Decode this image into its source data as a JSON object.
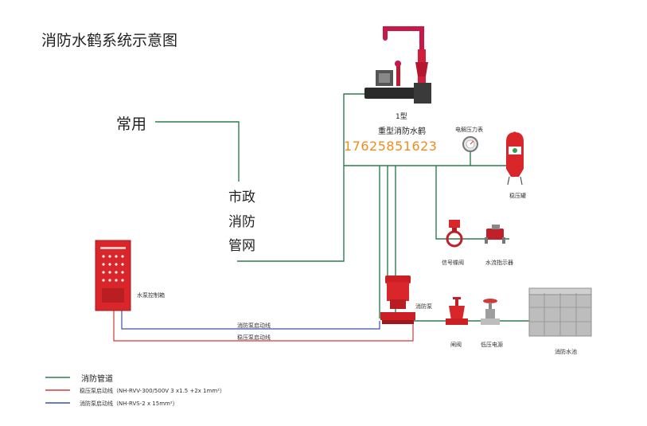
{
  "title": "消防水鹤系统示意图",
  "labels": {
    "changyong": "常用",
    "municipal_1": "市政",
    "municipal_2": "消防",
    "municipal_3": "管网",
    "crane_type": "1型",
    "crane_name": "重型消防水鹤",
    "phone": "17625851623",
    "pressure_gauge": "电解压力表",
    "pressure_tank": "稳压罐",
    "signal_valve": "信号蝶阀",
    "flow_indicator": "水流指示器",
    "control_cabinet": "水泵控制箱",
    "fire_pump": "消防泵",
    "pump_start_line": "消防泵启动线",
    "stab_start_line": "稳压泵启动线",
    "gate_valve": "闸阀",
    "low_pressure_switch": "低压电源",
    "water_tank": "消防水池"
  },
  "legend": [
    {
      "label": "消防管道",
      "color": "#2e7d4f"
    },
    {
      "label": "稳压泵启动线（NH-RVV-300/500V 3 x1.5 +2x 1mm²）",
      "color": "#d23a3a"
    },
    {
      "label": "消防泵启动线（NH-RVS-2 x 15mm²）",
      "color": "#3a4fb0"
    }
  ],
  "colors": {
    "pipe": "#2e7d4f",
    "red_wire": "#d23a3a",
    "blue_wire": "#3a4fb0",
    "equipment_red": "#d8262a",
    "accent_orange": "#f08c1e"
  }
}
